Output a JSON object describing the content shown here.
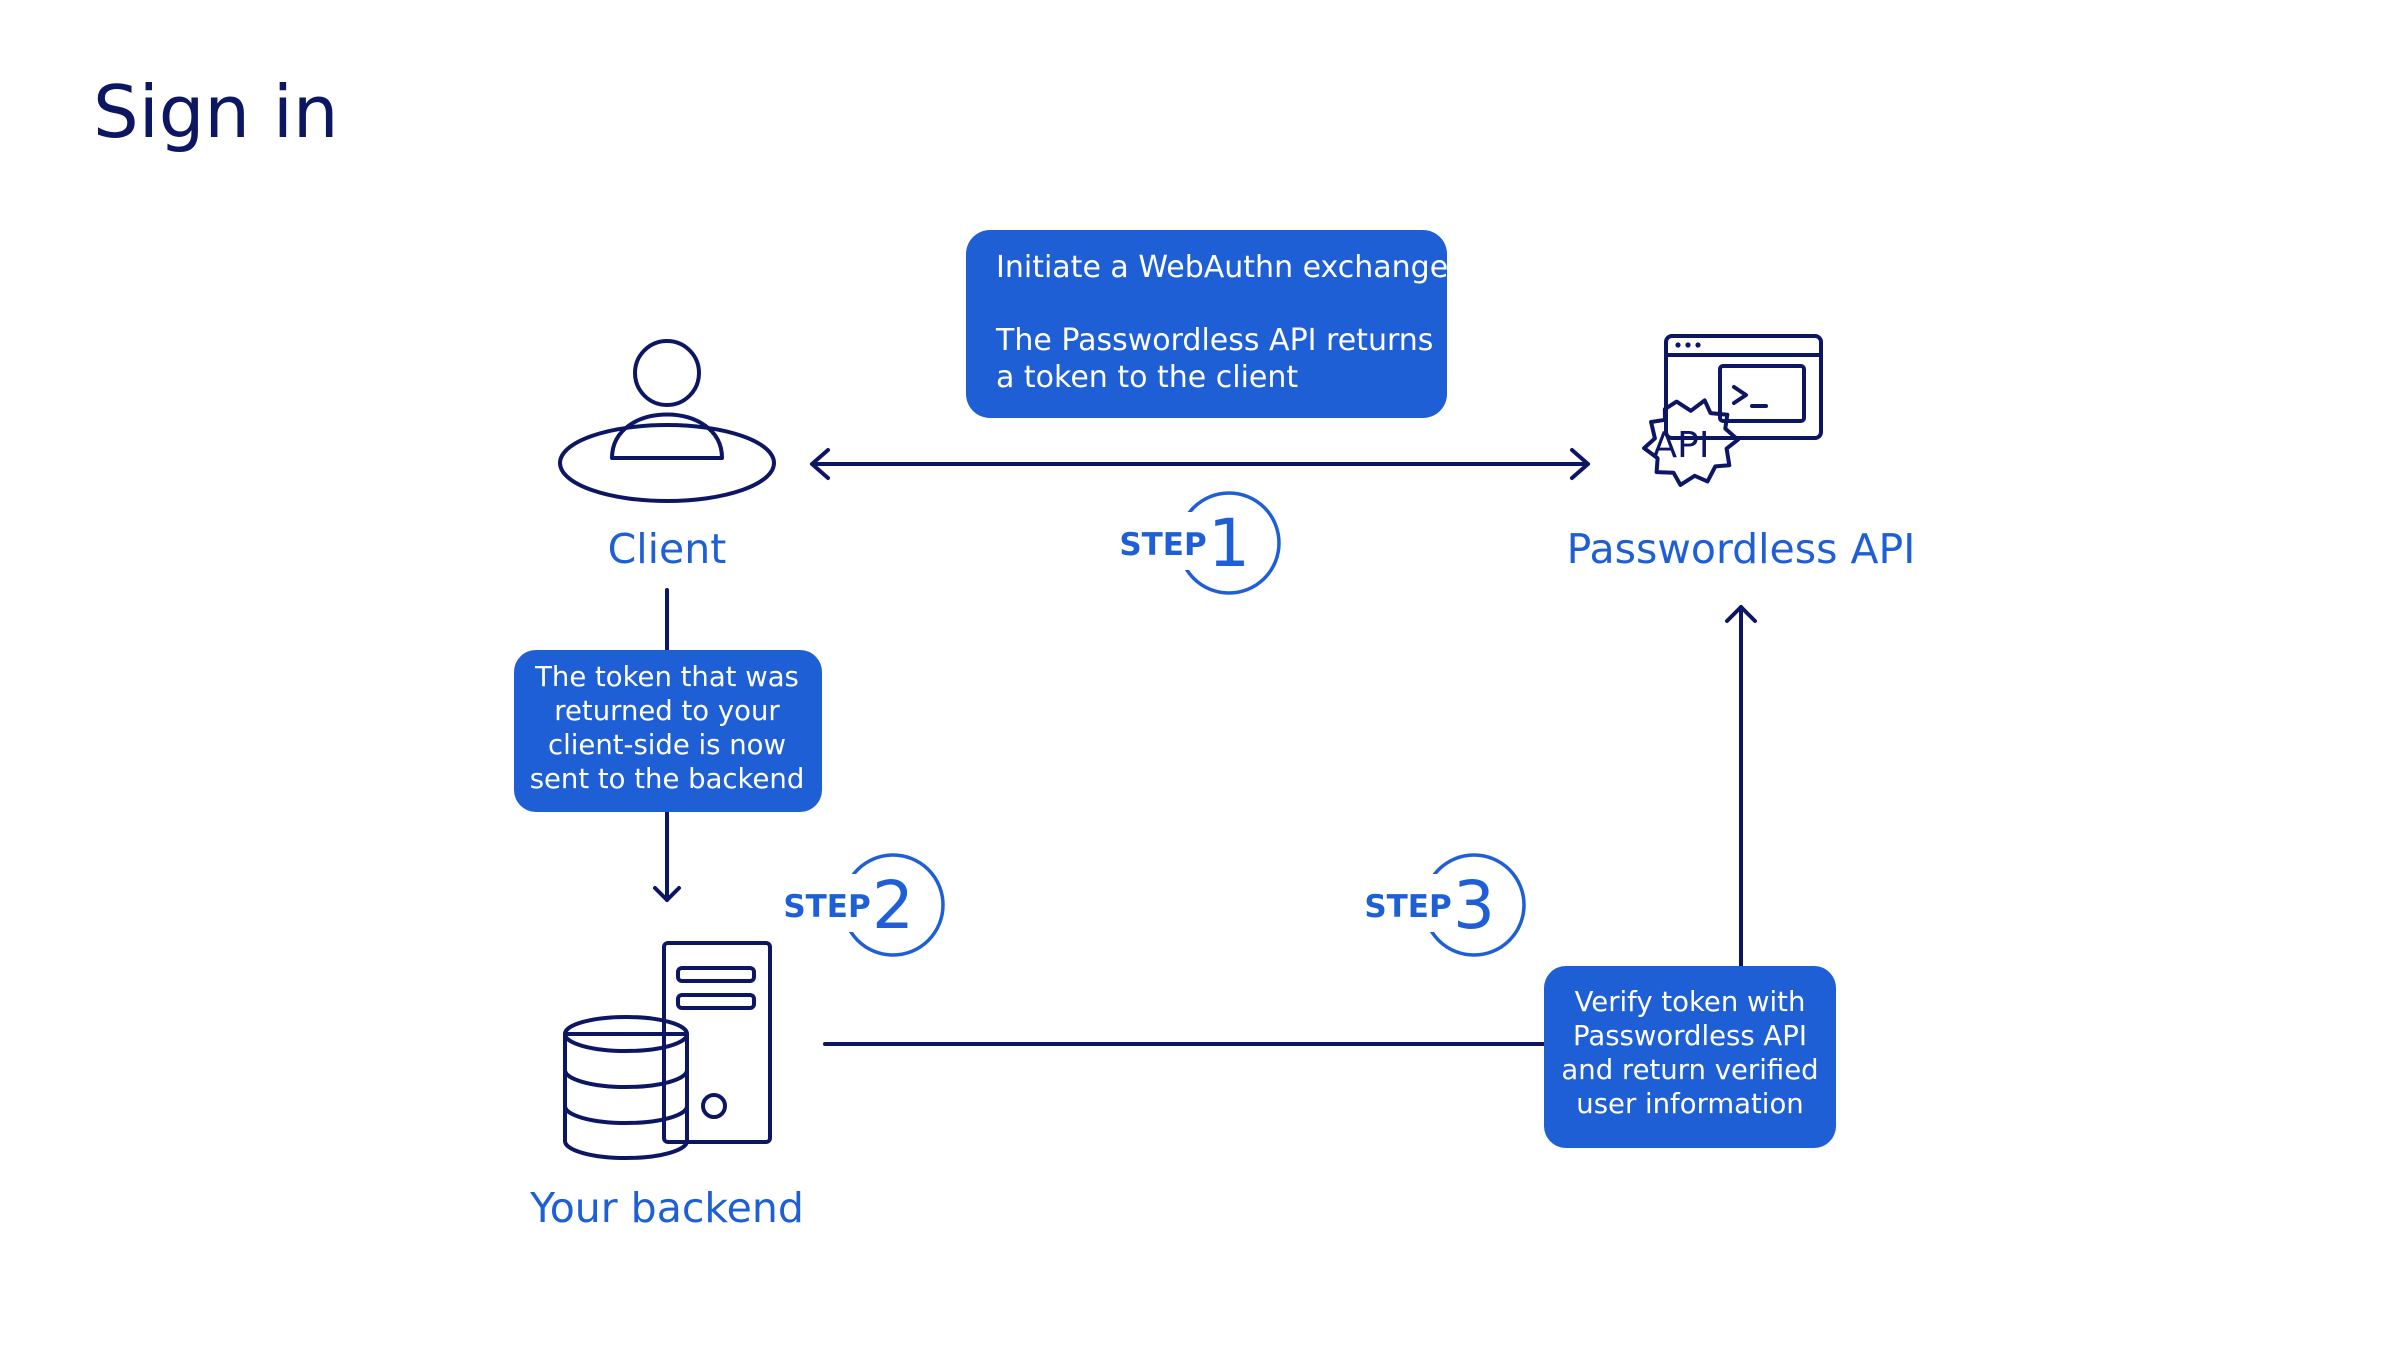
{
  "title": "Sign in",
  "colors": {
    "navy": "#0d1663",
    "accent_blue": "#1f5fd6",
    "background": "#ffffff",
    "bubble_text": "#ffffff"
  },
  "nodes": {
    "client": {
      "label": "Client",
      "icon": "user-person-icon"
    },
    "api": {
      "label": "Passwordless API",
      "icon": "api-window-gear-icon",
      "icon_text": "API"
    },
    "backend": {
      "label": "Your backend",
      "icon": "database-server-icon"
    }
  },
  "bubbles": {
    "step1": {
      "line1": "Initiate a WebAuthn exchange",
      "line2": "The Passwordless API returns",
      "line3": "a token to the client"
    },
    "step2": {
      "line1": "The token that was",
      "line2": "returned to your",
      "line3": "client-side is now",
      "line4": "sent to the backend"
    },
    "step3": {
      "line1": "Verify token with",
      "line2": "Passwordless API",
      "line3": "and return verified",
      "line4": "user information"
    }
  },
  "steps": [
    {
      "word": "STEP",
      "number": "1"
    },
    {
      "word": "STEP",
      "number": "2"
    },
    {
      "word": "STEP",
      "number": "3"
    }
  ]
}
